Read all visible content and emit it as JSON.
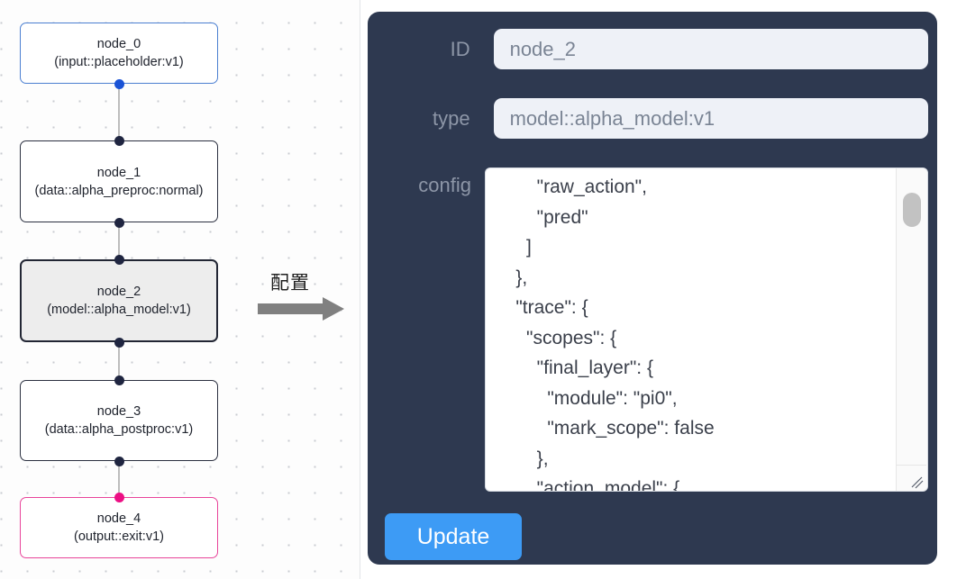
{
  "canvas": {
    "watermark": "",
    "nodes": [
      {
        "id": "node_0",
        "title": "node_0",
        "subtitle": "(input::placeholder:v1)",
        "style": "blue",
        "selected": false
      },
      {
        "id": "node_1",
        "title": "node_1",
        "subtitle": "(data::alpha_preproc:normal)",
        "style": "default",
        "selected": false
      },
      {
        "id": "node_2",
        "title": "node_2",
        "subtitle": "(model::alpha_model:v1)",
        "style": "default",
        "selected": true
      },
      {
        "id": "node_3",
        "title": "node_3",
        "subtitle": "(data::alpha_postproc:v1)",
        "style": "default",
        "selected": false
      },
      {
        "id": "node_4",
        "title": "node_4",
        "subtitle": "(output::exit:v1)",
        "style": "pink",
        "selected": false
      }
    ],
    "edges": [
      {
        "from": "node_0",
        "to": "node_1"
      },
      {
        "from": "node_1",
        "to": "node_2"
      },
      {
        "from": "node_2",
        "to": "node_3"
      },
      {
        "from": "node_3",
        "to": "node_4"
      }
    ]
  },
  "annotation": {
    "caption": "配置",
    "arrow_color": "#808080"
  },
  "panel": {
    "background_color": "#2e3950",
    "fields": [
      {
        "key": "id",
        "label": "ID",
        "value": "node_2"
      },
      {
        "key": "type",
        "label": "type",
        "value": "model::alpha_model:v1"
      },
      {
        "key": "config",
        "label": "config",
        "value": "        \"raw_action\",\n        \"pred\"\n      ]\n    },\n    \"trace\": {\n      \"scopes\": {\n        \"final_layer\": {\n          \"module\": \"pi0\",\n          \"mark_scope\": false\n        },\n        \"action_model\": {"
      }
    ],
    "scrollbar": {
      "thumb_position": "top"
    },
    "update_button": {
      "label": "Update",
      "color": "#3d9bf5"
    }
  }
}
